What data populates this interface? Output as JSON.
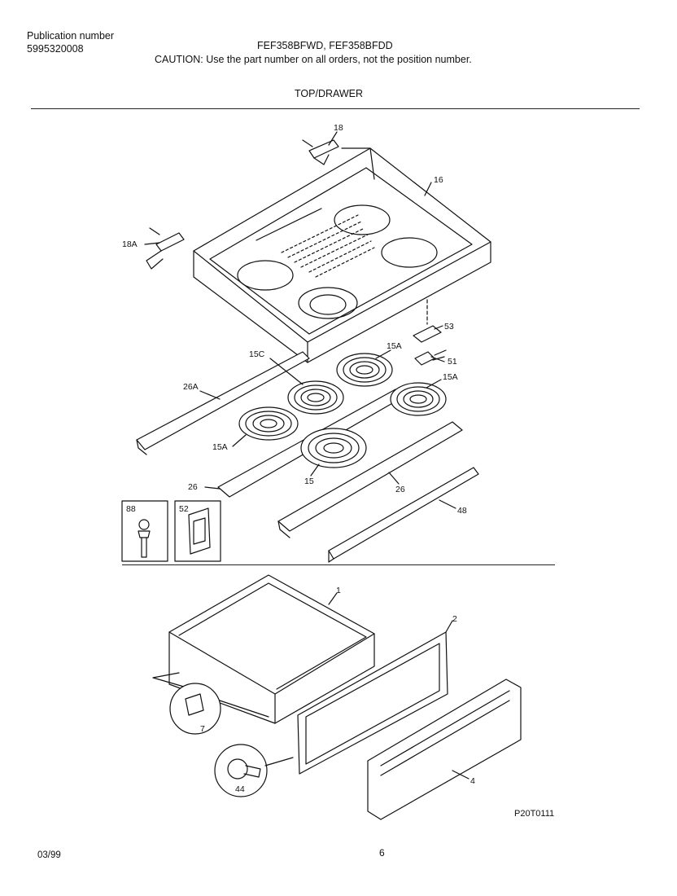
{
  "header": {
    "publication_label": "Publication number",
    "publication_number": "5995320008",
    "models": "FEF358BFWD, FEF358BFDD",
    "caution": "CAUTION:  Use the part number on all orders, not the position number.",
    "section_title": "TOP/DRAWER"
  },
  "callouts": {
    "c18": "18",
    "c18a": "18A",
    "c16": "16",
    "c53": "53",
    "c51": "51",
    "c15a_1": "15A",
    "c15a_2": "15A",
    "c15a_3": "15A",
    "c15c": "15C",
    "c26a": "26A",
    "c26_1": "26",
    "c15": "15",
    "c26_2": "26",
    "c48": "48",
    "c88": "88",
    "c52": "52",
    "c1": "1",
    "c2": "2",
    "c7": "7",
    "c44": "44",
    "c4": "4"
  },
  "footer": {
    "drawing_code": "P20T0111",
    "date": "03/99",
    "page_number": "6"
  }
}
